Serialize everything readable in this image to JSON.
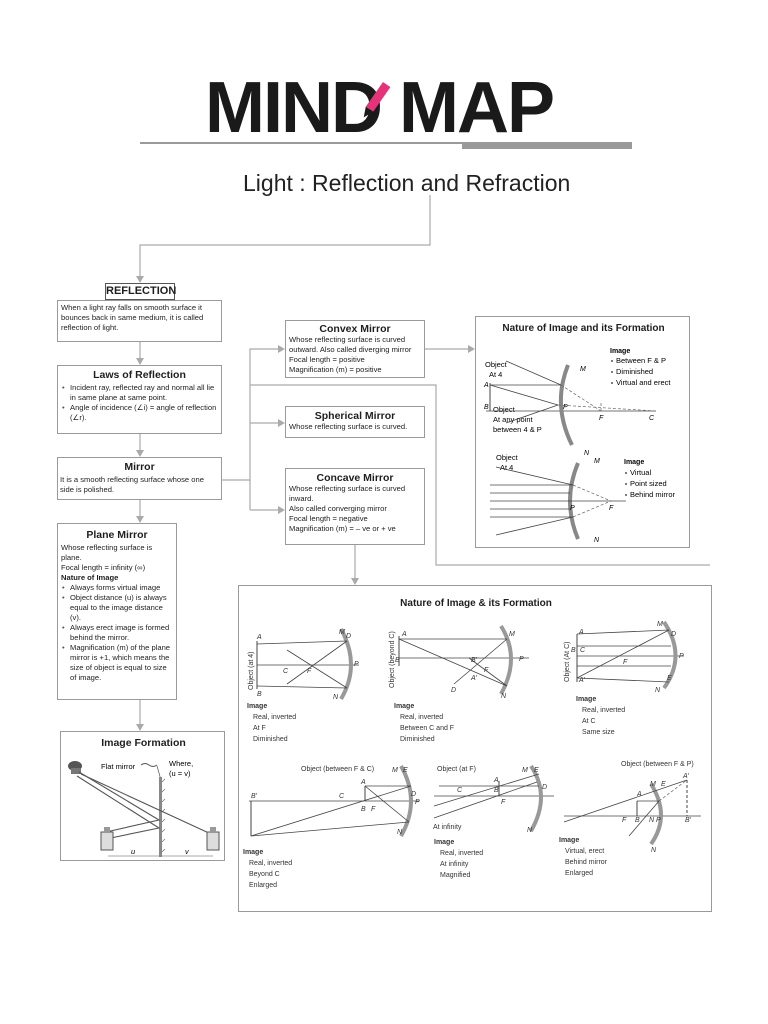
{
  "header": {
    "logo": "MIND MAP",
    "title": "Light : Reflection and Refraction",
    "accent_color": "#e5337a"
  },
  "reflection": {
    "label": "REFLECTION",
    "definition": "When a light ray falls on smooth surface it bounces back in same medium, it is called reflection of light."
  },
  "laws": {
    "title": "Laws of Reflection",
    "items": [
      "Incident ray, reflected ray and normal all lie in same plane at same point.",
      "Angle of incidence (∠i) = angle of reflection (∠r)."
    ]
  },
  "mirror": {
    "title": "Mirror",
    "text": "It is a smooth reflecting surface whose one side is polished."
  },
  "plane_mirror": {
    "title": "Plane Mirror",
    "lines": [
      "Whose reflecting surface is plane.",
      "Focal length = infinity (∞)",
      "Nature of Image"
    ],
    "items": [
      "Always forms virtual image",
      "Object distance (u) is always equal to the image distance (v).",
      "Always erect image is formed behind the mirror.",
      "Magnification (m) of the plane mirror is +1, which means the size of object is equal to size of image."
    ]
  },
  "image_formation": {
    "title": "Image Formation",
    "flat_mirror": "Flat mirror",
    "where": "Where,",
    "where_eq": "(u = v)",
    "u": "u",
    "v": "v"
  },
  "convex": {
    "title": "Convex Mirror",
    "lines": [
      "Whose reflecting surface is curved outward. Also called diverging mirror",
      "Focal length = positive",
      "Magnification (m) = positive"
    ]
  },
  "spherical": {
    "title": "Spherical Mirror",
    "text": "Whose reflecting surface is curved."
  },
  "concave": {
    "title": "Concave Mirror",
    "lines": [
      "Whose reflecting surface is curved inward.",
      "Also called converging mirror",
      "Focal length = negative",
      "Magnification (m) = – ve or + ve"
    ]
  },
  "convex_nature": {
    "title": "Nature of Image and its Formation",
    "d1": {
      "object_label": [
        "Object",
        "At 4"
      ],
      "object_label2": [
        "Object",
        "At any point",
        "between 4 & P"
      ],
      "image_title": "Image",
      "image_items": [
        "Between F & P",
        "Diminished",
        "Virtual and erect"
      ]
    },
    "d2": {
      "object_label": [
        "Object",
        "At 4"
      ],
      "image_title": "Image",
      "image_items": [
        "Virtual",
        "Point sized",
        "Behind mirror"
      ]
    }
  },
  "concave_nature": {
    "title": "Nature of Image & its Formation",
    "diagrams": [
      {
        "object": "Object (at 4)",
        "image_title": "Image",
        "items": [
          "Real, inverted",
          "At F",
          "Diminished"
        ]
      },
      {
        "object": "Object (beyond C)",
        "image_title": "Image",
        "items": [
          "Real, inverted",
          "Between C and F",
          "Diminished"
        ]
      },
      {
        "object": "Object (At C)",
        "image_title": "Image",
        "items": [
          "Real, inverted",
          "At C",
          "Same size"
        ]
      },
      {
        "object": "Object (between F & C)",
        "image_title": "Image",
        "items": [
          "Real, inverted",
          "Beyond C",
          "Enlarged"
        ]
      },
      {
        "object": "Object (at F)",
        "extra": "At infinity",
        "image_title": "Image",
        "items": [
          "Real, inverted",
          "At infinity",
          "Magnified"
        ]
      },
      {
        "object": "Object (between F & P)",
        "image_title": "Image",
        "items": [
          "Virtual, erect",
          "Behind mirror",
          "Enlarged"
        ]
      }
    ]
  }
}
